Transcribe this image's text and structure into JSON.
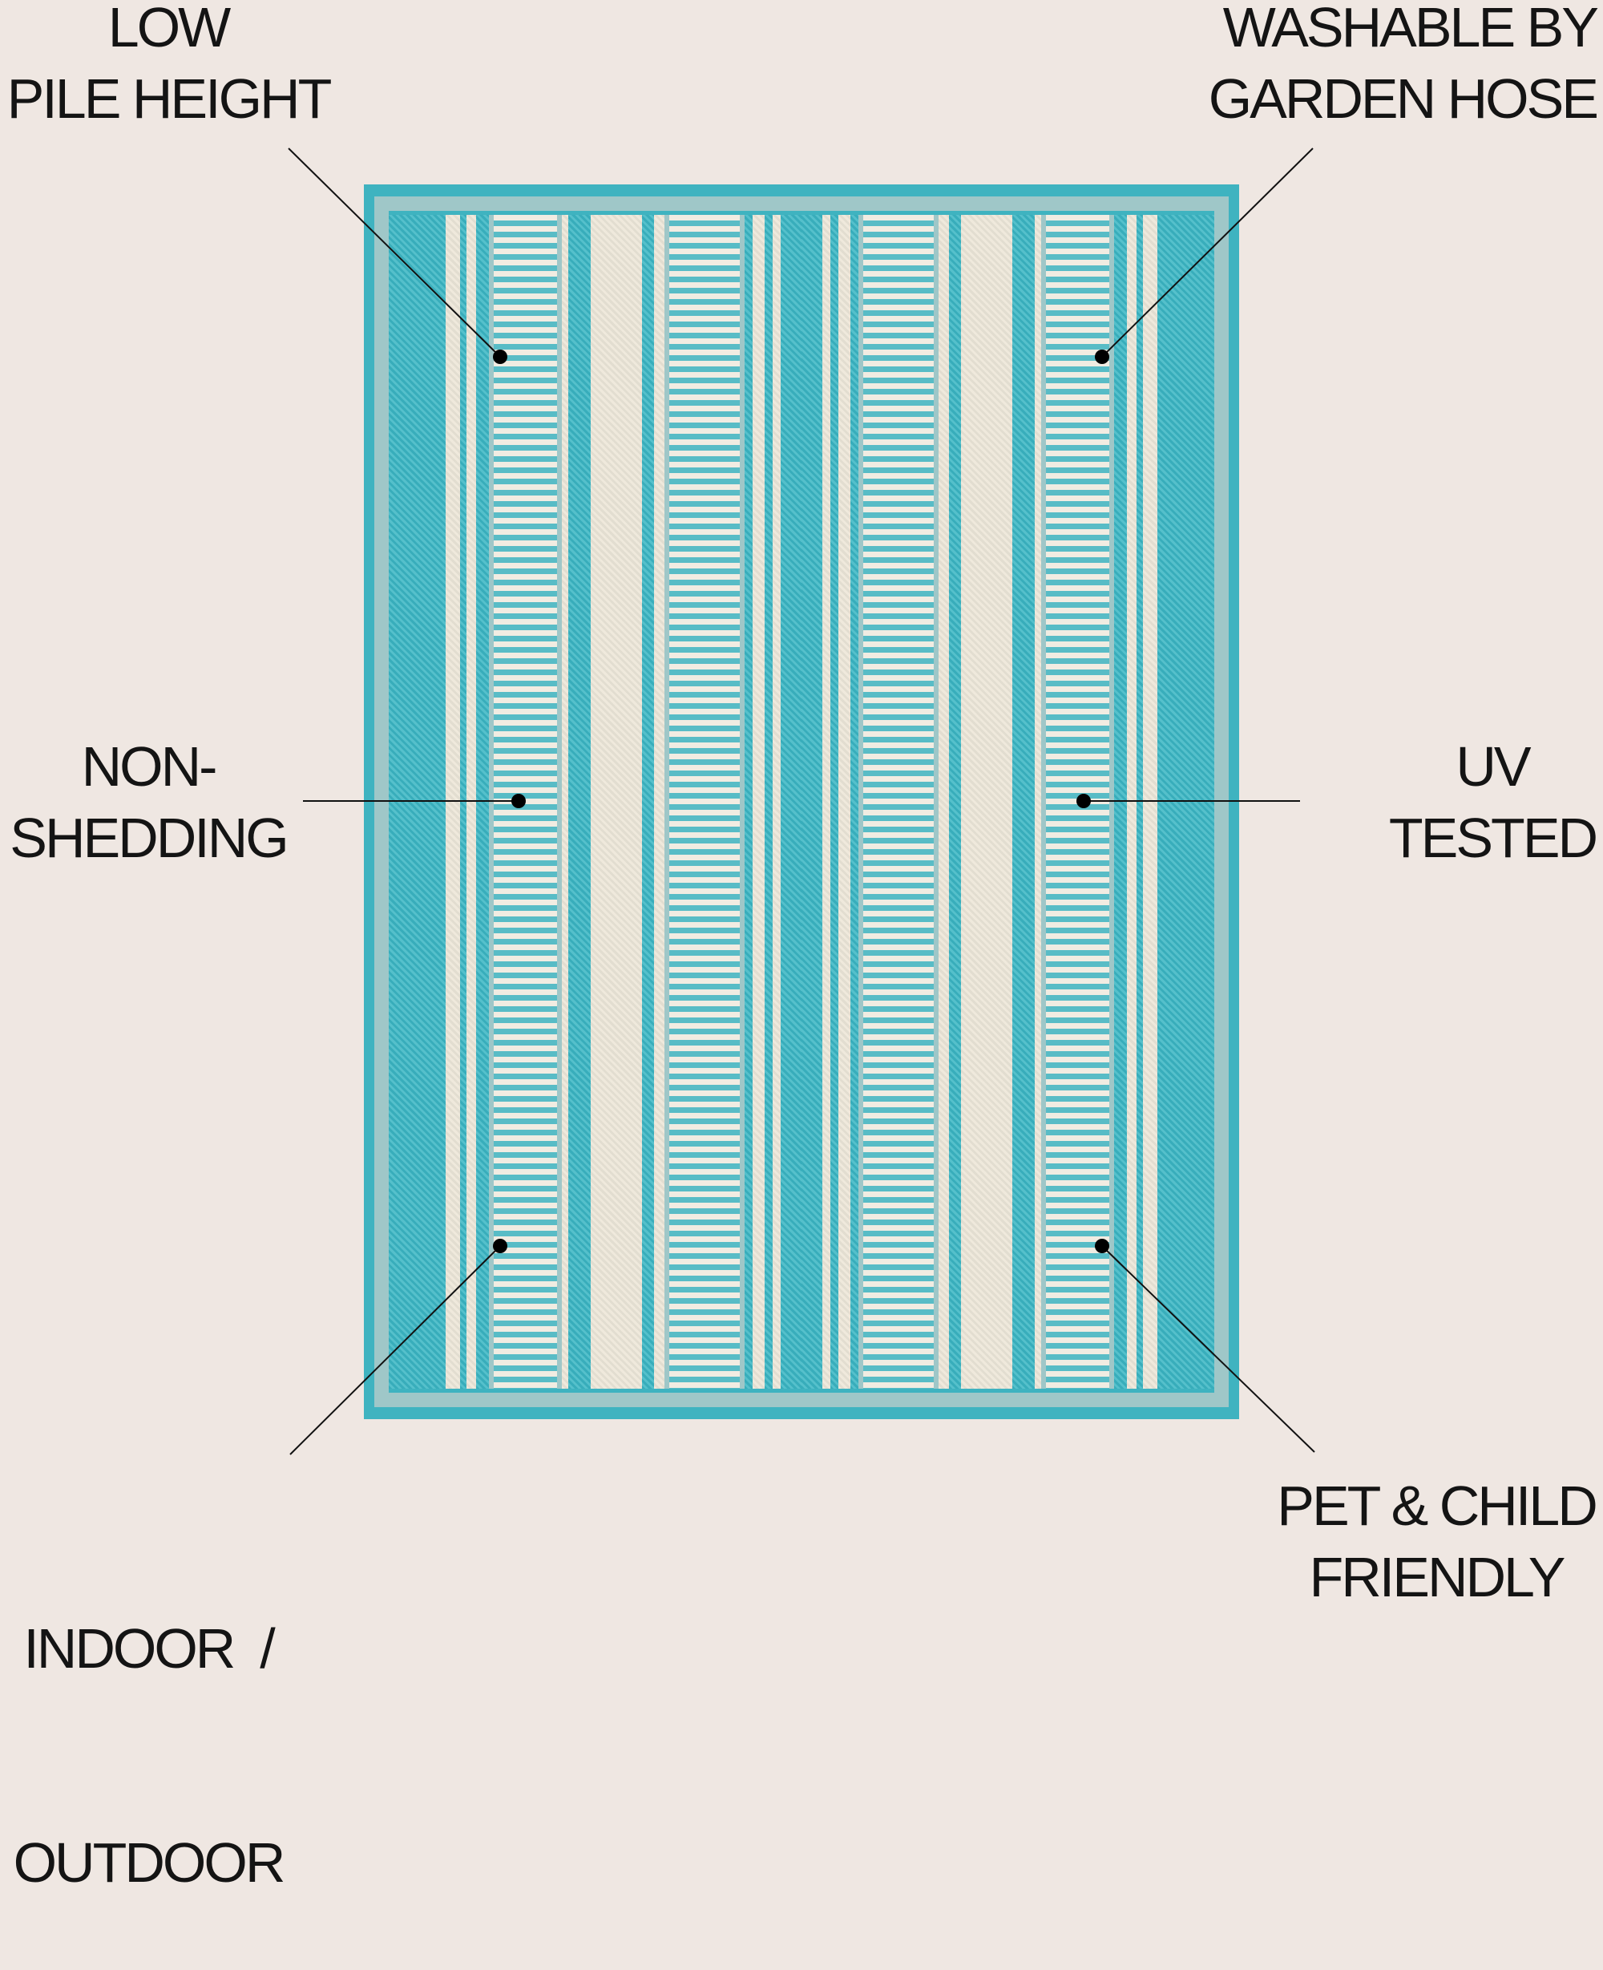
{
  "features": [
    {
      "id": "low-pile-height",
      "lines": [
        "LOW",
        "PILE HEIGHT"
      ]
    },
    {
      "id": "washable",
      "lines": [
        "WASHABLE BY",
        "GARDEN HOSE"
      ]
    },
    {
      "id": "non-shedding",
      "lines": [
        "NON-",
        "SHEDDING"
      ]
    },
    {
      "id": "uv-tested",
      "lines": [
        "UV",
        "TESTED"
      ]
    },
    {
      "id": "indoor-outdoor",
      "lines": [
        "INDOOR  /",
        "OUTDOOR"
      ]
    },
    {
      "id": "pet-child",
      "lines": [
        "PET & CHILD",
        "FRIENDLY"
      ]
    }
  ],
  "colors": {
    "background": "#efe7e2",
    "rug_teal": "#3fb3c0",
    "rug_cream": "#efe9dc",
    "text": "#141414"
  }
}
